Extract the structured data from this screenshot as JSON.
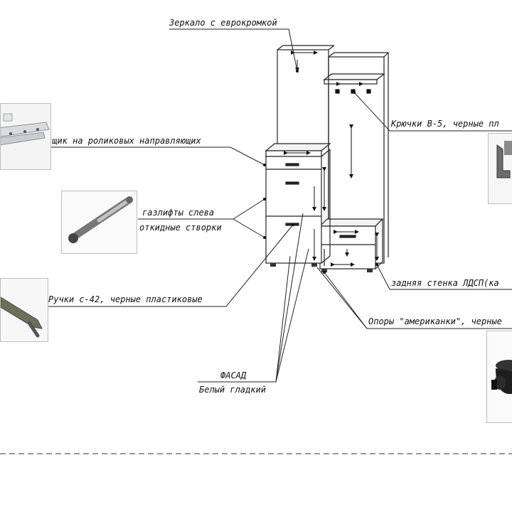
{
  "labels": {
    "mirror": "Зеркало с еврокромкой",
    "drawer": "ящик на роликовых направляющих",
    "gaslift_1": "газлифты слева",
    "gaslift_2": "откидные створки",
    "handles": "Ручки с-42, черные пластиковые",
    "facade_1": "ФАСАД",
    "facade_2": "Белый гладкий",
    "hooks": "Крючки В-5, черные пл",
    "back_wall": "задняя стенка ЛДСП(ка",
    "supports": "Опоры \"американки\", черные"
  },
  "thumbnails": {
    "rail": "roller-rail-image",
    "gaslift": "gas-lift-image",
    "handle": "handle-c42-image",
    "hook": "hook-b5-image",
    "foot": "support-foot-image"
  }
}
